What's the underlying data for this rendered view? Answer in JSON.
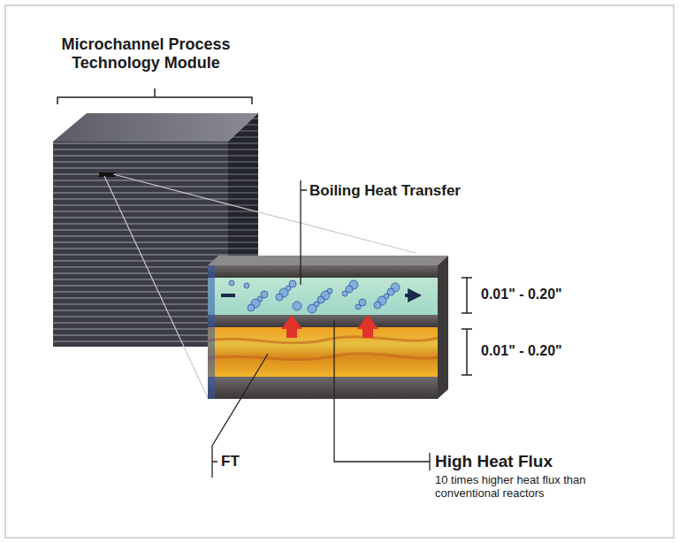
{
  "diagram": {
    "labels": [
      "Microchannel Process Technology Module",
      "Boiling Heat Transfer",
      "0.01\" - 0.20\"",
      "0.01\" - 0.20\"",
      "FT",
      "High Heat Flux",
      "10 times higher heat flux than conventional reactors"
    ]
  }
}
